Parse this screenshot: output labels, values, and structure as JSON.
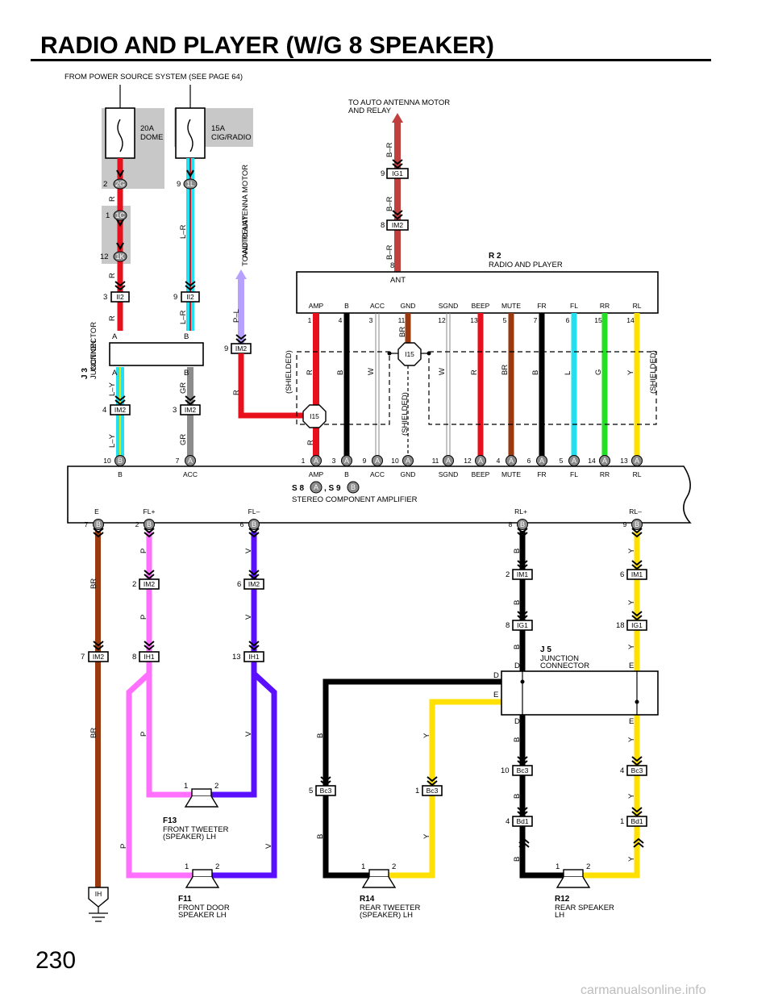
{
  "title": "RADIO AND PLAYER (W/G 8 SPEAKER)",
  "page_number": "230",
  "watermark": "carmanualsonline.info",
  "notes": {
    "power_source": "FROM POWER SOURCE SYSTEM (SEE PAGE 64)",
    "to_antenna_top": "TO AUTO ANTENNA MOTOR\nAND RELAY",
    "to_antenna_left": "TO AUTO ANTENNA MOTOR\nAND RELAY"
  },
  "fuses": [
    {
      "amp": "20A",
      "name": "DOME"
    },
    {
      "amp": "15A",
      "name": "CIG/RADIO"
    }
  ],
  "radio": {
    "id": "R 2",
    "name": "RADIO AND PLAYER",
    "ant_label": "ANT",
    "ant_pin": "8",
    "pins": [
      {
        "label": "AMP",
        "pin": "1"
      },
      {
        "label": "B",
        "pin": "4"
      },
      {
        "label": "ACC",
        "pin": "3"
      },
      {
        "label": "GND",
        "pin": "11"
      },
      {
        "label": "SGND",
        "pin": "12"
      },
      {
        "label": "BEEP",
        "pin": "13"
      },
      {
        "label": "MUTE",
        "pin": "5"
      },
      {
        "label": "FR",
        "pin": "7"
      },
      {
        "label": "FL",
        "pin": "6"
      },
      {
        "label": "RR",
        "pin": "15"
      },
      {
        "label": "RL",
        "pin": "14"
      }
    ]
  },
  "amplifier": {
    "id": "S 8",
    "id2": ", S 9",
    "conn_a": "A",
    "conn_b": "B",
    "name": "STEREO COMPONENT AMPLIFIER",
    "top_pins": [
      {
        "pin": "10",
        "conn": "B",
        "label": "B"
      },
      {
        "pin": "7",
        "conn": "A",
        "label": "ACC"
      },
      {
        "pin": "1",
        "conn": "A",
        "label": "AMP"
      },
      {
        "pin": "3",
        "conn": "A",
        "label": "B"
      },
      {
        "pin": "9",
        "conn": "A",
        "label": "ACC"
      },
      {
        "pin": "10",
        "conn": "A",
        "label": "GND"
      },
      {
        "pin": "11",
        "conn": "A",
        "label": "SGND"
      },
      {
        "pin": "12",
        "conn": "A",
        "label": "BEEP"
      },
      {
        "pin": "4",
        "conn": "A",
        "label": "MUTE"
      },
      {
        "pin": "6",
        "conn": "A",
        "label": "FR"
      },
      {
        "pin": "5",
        "conn": "A",
        "label": "FL"
      },
      {
        "pin": "14",
        "conn": "A",
        "label": "RR"
      },
      {
        "pin": "13",
        "conn": "A",
        "label": "RL"
      }
    ],
    "bottom_labels": [
      "E",
      "FL+",
      "FL–",
      "RL+",
      "RL–"
    ],
    "bottom_pins": [
      {
        "pin": "7",
        "conn": "B"
      },
      {
        "pin": "2",
        "conn": "B"
      },
      {
        "pin": "6",
        "conn": "B"
      },
      {
        "pin": "8",
        "conn": "B"
      },
      {
        "pin": "9",
        "conn": "B"
      }
    ]
  },
  "junction_j3": {
    "id": "J 3",
    "name": "JUNCTION\nCONNECTOR"
  },
  "junction_j5": {
    "id": "J 5",
    "name": "JUNCTION\nCONNECTOR"
  },
  "connectors": {
    "c2G": "2G",
    "c1C": "1C",
    "c1K": "1K",
    "c1L": "1L",
    "II2": "II2",
    "IM2": "IM2",
    "IG1": "IG1",
    "IM1": "IM1",
    "IH1": "IH1",
    "Bc3": "Bc3",
    "Bd1": "Bd1",
    "I15": "I15",
    "IH": "IH"
  },
  "pin_numbers": {
    "p2": "2",
    "p9": "9",
    "p1": "1",
    "p12": "12",
    "p3": "3",
    "p4": "4",
    "p7": "7",
    "p10": "10",
    "p8": "8",
    "p6": "6",
    "p13": "13",
    "p18": "18",
    "p5": "5"
  },
  "letters": {
    "A": "A",
    "B": "B",
    "D": "D",
    "E": "E"
  },
  "wires": {
    "R": "R",
    "LR": "L–R",
    "LY": "L–Y",
    "GR": "GR",
    "PL": "P–L",
    "BR_ant": "B–R",
    "B": "B",
    "W": "W",
    "BR": "BR",
    "L": "L",
    "G": "G",
    "Y": "Y",
    "P": "P",
    "V": "V"
  },
  "shielded": "(SHIELDED)",
  "speakers": [
    {
      "id": "F13",
      "name": "FRONT TWEETER\n(SPEAKER) LH",
      "pin1": "1",
      "pin2": "2"
    },
    {
      "id": "F11",
      "name": "FRONT DOOR\nSPEAKER LH",
      "pin1": "1",
      "pin2": "2"
    },
    {
      "id": "R14",
      "name": "REAR TWEETER\n(SPEAKER) LH",
      "pin1": "1",
      "pin2": "2"
    },
    {
      "id": "R12",
      "name": "REAR SPEAKER\nLH",
      "pin1": "1",
      "pin2": "2"
    }
  ],
  "colors": {
    "red": "#e8101c",
    "black": "#000000",
    "brown": "#9a3a10",
    "cyan": "#22e0f0",
    "green": "#22e022",
    "yellow": "#ffe000",
    "pink": "#ff70ff",
    "violet": "#5a10ff",
    "grey": "#8c8c8c",
    "lilac": "#b8a0ff",
    "fuse_bg": "#c8c8c8",
    "antenna": "#c04040"
  }
}
